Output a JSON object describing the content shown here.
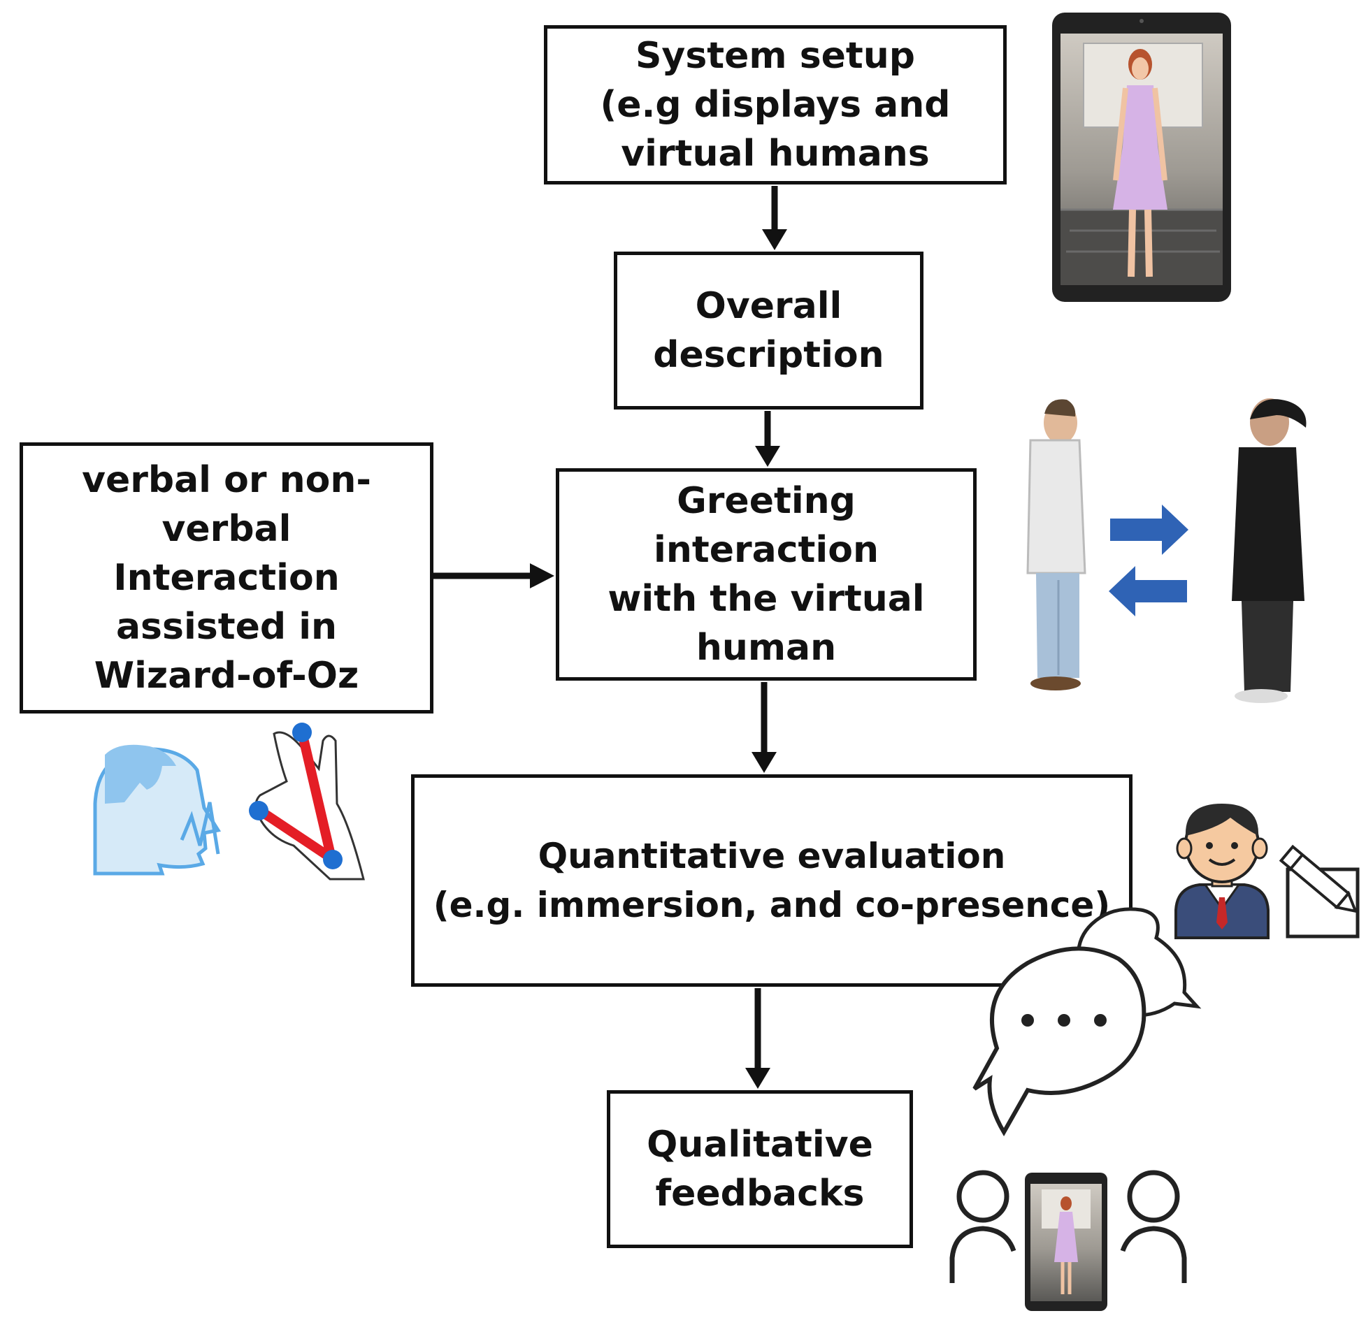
{
  "flow": {
    "setup": {
      "label": "System setup\n(e.g displays and\nvirtual humans"
    },
    "overall": {
      "label": "Overall\ndescription"
    },
    "greet": {
      "label": "Greeting\ninteraction\nwith the virtual\nhuman"
    },
    "verbal": {
      "label": "verbal or non-\nverbal\nInteraction\nassisted in\nWizard-of-Oz"
    },
    "quant": {
      "label": "Quantitative evaluation\n(e.g. immersion, and co-presence)"
    },
    "qual": {
      "label": "Qualitative\nfeedbacks"
    }
  },
  "colors": {
    "box_border": "#111111",
    "arrow": "#111111",
    "exchange_arrow": "#2f63b5",
    "gesture_line": "#e41e26",
    "gesture_dot": "#1f6fd1",
    "speaker_icon": "#5aa9e6",
    "dress": "#d6b3e6"
  },
  "icons": {
    "tablet_top": "tablet-virtual-human-icon",
    "people_exchange": "people-greeting-icon",
    "speaker": "speaking-head-icon",
    "gesture": "ok-hand-gesture-icon",
    "evaluator": "student-evaluator-icon",
    "note": "pencil-note-icon",
    "chat": "chat-bubbles-icon",
    "group": "group-feedback-icon"
  }
}
